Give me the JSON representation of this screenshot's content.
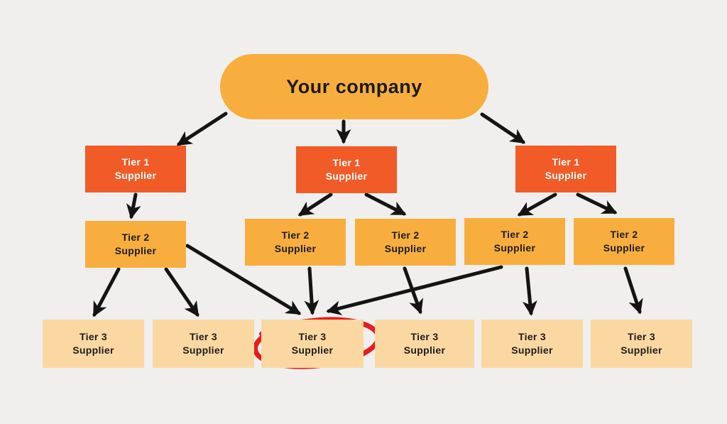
{
  "diagram": {
    "title": "Supplier tiers diagram",
    "background_color": "#f0efed",
    "colors": {
      "company_fill": "#f8ae3e",
      "tier1_fill": "#f05b27",
      "tier2_fill": "#f8ae3e",
      "tier3_fill": "#fbd8a2",
      "arrow": "#141414",
      "annotation_red": "#e81c1c",
      "text_dark": "#1a1a1a",
      "text_light": "#ffffff"
    },
    "company": {
      "label": "Your company"
    },
    "tier1_nodes": [
      {
        "line1": "Tier 1",
        "line2": "Supplier"
      },
      {
        "line1": "Tier 1",
        "line2": "Supplier"
      },
      {
        "line1": "Tier 1",
        "line2": "Supplier"
      }
    ],
    "tier2_nodes": [
      {
        "line1": "Tier 2",
        "line2": "Supplier"
      },
      {
        "line1": "Tier 2",
        "line2": "Supplier"
      },
      {
        "line1": "Tier 2",
        "line2": "Supplier"
      },
      {
        "line1": "Tier 2",
        "line2": "Supplier"
      },
      {
        "line1": "Tier 2",
        "line2": "Supplier"
      }
    ],
    "tier3_nodes": [
      {
        "line1": "Tier 3",
        "line2": "Supplier",
        "circled": false
      },
      {
        "line1": "Tier 3",
        "line2": "Supplier",
        "circled": false
      },
      {
        "line1": "Tier 3",
        "line2": "Supplier",
        "circled": true
      },
      {
        "line1": "Tier 3",
        "line2": "Supplier",
        "circled": false
      },
      {
        "line1": "Tier 3",
        "line2": "Supplier",
        "circled": false
      },
      {
        "line1": "Tier 3",
        "line2": "Supplier",
        "circled": false
      }
    ],
    "edges": [
      {
        "from": "your-company",
        "to": "tier1-supplier-1"
      },
      {
        "from": "your-company",
        "to": "tier1-supplier-2"
      },
      {
        "from": "your-company",
        "to": "tier1-supplier-3"
      },
      {
        "from": "tier1-supplier-1",
        "to": "tier2-supplier-1"
      },
      {
        "from": "tier1-supplier-2",
        "to": "tier2-supplier-2"
      },
      {
        "from": "tier1-supplier-2",
        "to": "tier2-supplier-3"
      },
      {
        "from": "tier1-supplier-3",
        "to": "tier2-supplier-4"
      },
      {
        "from": "tier1-supplier-3",
        "to": "tier2-supplier-5"
      },
      {
        "from": "tier2-supplier-1",
        "to": "tier3-supplier-1"
      },
      {
        "from": "tier2-supplier-1",
        "to": "tier3-supplier-2"
      },
      {
        "from": "tier2-supplier-1",
        "to": "tier3-supplier-3"
      },
      {
        "from": "tier2-supplier-2",
        "to": "tier3-supplier-3"
      },
      {
        "from": "tier2-supplier-4",
        "to": "tier3-supplier-3"
      },
      {
        "from": "tier2-supplier-3",
        "to": "tier3-supplier-4"
      },
      {
        "from": "tier2-supplier-4",
        "to": "tier3-supplier-5"
      },
      {
        "from": "tier2-supplier-5",
        "to": "tier3-supplier-6"
      }
    ],
    "annotation": {
      "type": "hand-drawn red ellipse",
      "target": "tier3-supplier-3"
    }
  }
}
